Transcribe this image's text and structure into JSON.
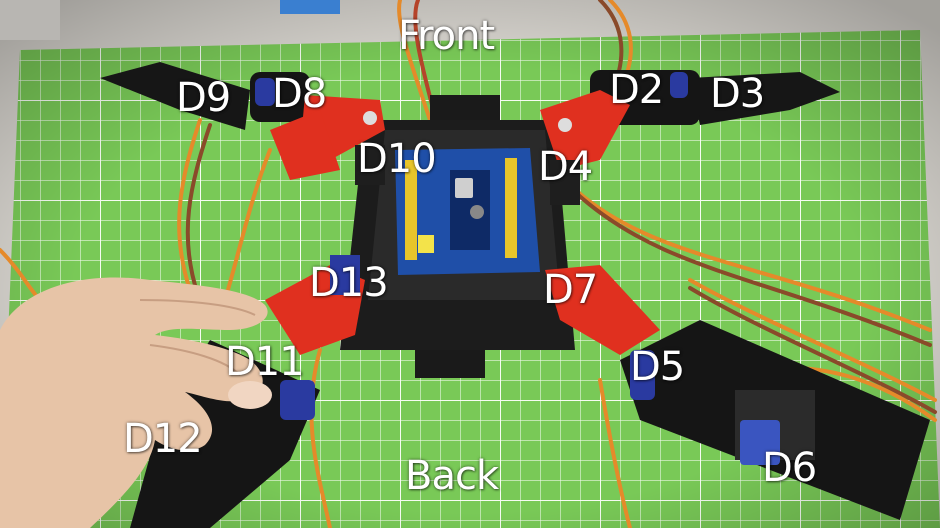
{
  "photo": {
    "labels": {
      "front": "Front",
      "back": "Back",
      "d2": "D2",
      "d3": "D3",
      "d4": "D4",
      "d5": "D5",
      "d6": "D6",
      "d7": "D7",
      "d8": "D8",
      "d9": "D9",
      "d10": "D10",
      "d11": "D11",
      "d12": "D12",
      "d13": "D13"
    }
  }
}
